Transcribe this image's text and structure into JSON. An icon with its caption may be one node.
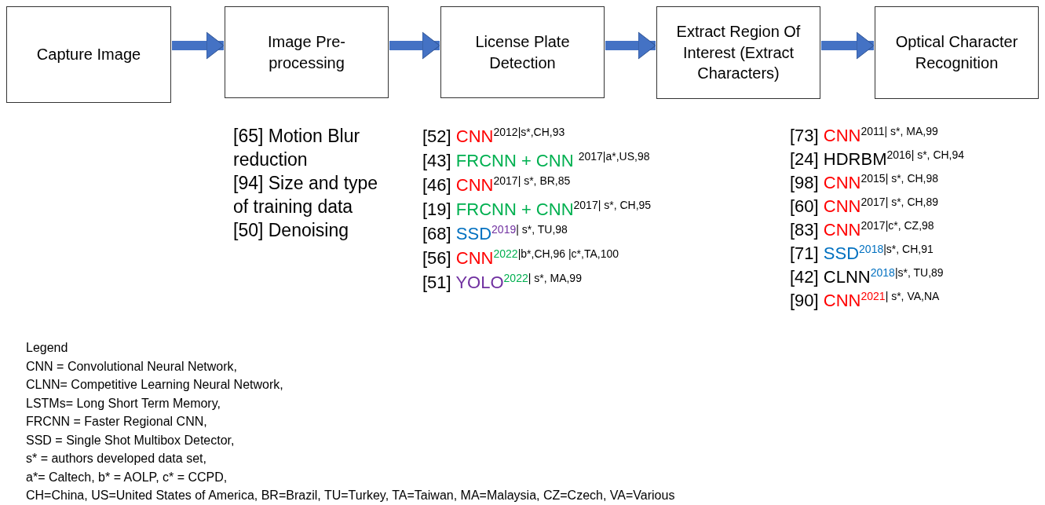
{
  "diagram": {
    "nodes": [
      {
        "text": [
          "Capture Image"
        ]
      },
      {
        "text": [
          "Image Pre-processing"
        ]
      },
      {
        "text": [
          "License Plate Detection"
        ]
      },
      {
        "text": [
          "Extract Region Of Interest (Extract Characters)"
        ]
      },
      {
        "text": [
          "Optical Character Recognition"
        ]
      }
    ],
    "edges": [
      {
        "from": 0,
        "to": 1,
        "arrow": "to"
      },
      {
        "from": 1,
        "to": 2,
        "arrow": "to"
      },
      {
        "from": 2,
        "to": 3,
        "arrow": "to"
      },
      {
        "from": 3,
        "to": 4,
        "arrow": "to"
      }
    ],
    "labels": [
      "[65] Motion Blur reduction",
      "[94] Size and type of training data",
      "[50] Denoising",
      "[52] CNN$^{2012|s*,CH,93}$",
      "[43] FRCNN + CNN $^{2017|a*,US,98}$",
      "[46] CNN$^{2017| s*, BR,85}$",
      "[19] FRCNN + CNN$^{2017| s*, CH,95}$",
      "[68] SSD$^{2019| s*, TU,98}$",
      "[56] CNN$^{2022|b*,CH,96 |c*,TA,100}$",
      "[51] YOLO$^{2022| s*, MA,99}$",
      "[73] CNN$^{2011| s*, MA,99}$",
      "[24] HDRBM$^{2016| s*, CH,94}$",
      "[98] CNN$^{2015| s*, CH,98}$",
      "[60] CNN$^{2017| s*, CH,89}$",
      "[83] CNN$^{2017|c*, CZ,98}$",
      "[71] SSD$^{2018|s*, CH,91}$",
      "[42] CLNN$^{2018|s*, TU,89}$",
      "[90] CNN$^{2021| s*, VA,NA}$",
      "Legend",
      "CNN = Convolutional Neural Network,",
      "CLNN= Competitive Learning Neural Network,",
      "LSTMs= Long Short Term Memory,",
      "FRCNN = Faster Regional CNN,",
      "SSD = Single Shot Multibox Detector,",
      "s* = authors developed data set,",
      "a*= Caltech, b* = AOLP, c* = CCPD,",
      "CH=China, US=United States of America, BR=Brazil, TU=Turkey, TA=Taiwan, MA=Malaysia, CZ=Czech, VA=Various"
    ]
  }
}
